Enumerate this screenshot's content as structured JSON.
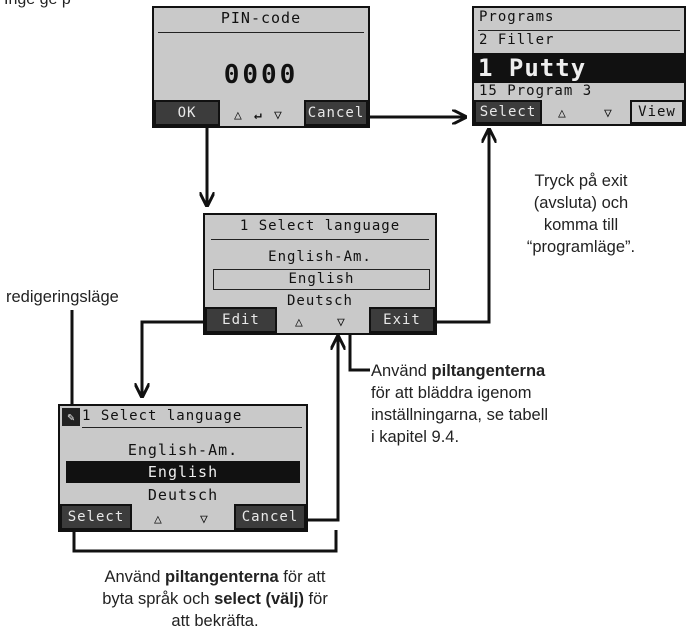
{
  "top_caption_partial": "Inge       ge   p  ",
  "pin_screen": {
    "title": "PIN-code",
    "value": "0000",
    "keys": {
      "left": "OK",
      "right": "Cancel"
    }
  },
  "programs_screen": {
    "title": "Programs",
    "items": [
      "2 Filler",
      "1 Putty",
      "15 Program 3"
    ],
    "selected_index": 1,
    "keys": {
      "left": "Select",
      "right": "View"
    }
  },
  "language_screen": {
    "title": "1 Select language",
    "items": [
      "English-Am.",
      "English",
      "Deutsch"
    ],
    "selected_index": 1,
    "keys": {
      "left": "Edit",
      "right": "Exit"
    }
  },
  "edit_screen": {
    "title": "1 Select language",
    "items": [
      "English-Am.",
      "English",
      "Deutsch"
    ],
    "selected_index": 1,
    "keys": {
      "left": "Select",
      "right": "Cancel"
    }
  },
  "labels": {
    "edit_mode": "redigeringsläge",
    "exit_note": [
      "Tryck på exit",
      "(avsluta) och",
      "komma till",
      "“programläge”."
    ],
    "arrows_note": {
      "prefix": "Använd ",
      "bold": "piltangenterna",
      "lines": [
        "för att bläddra igenom",
        "inställningarna, se tabell",
        "i kapitel 9.4."
      ]
    },
    "bottom_note": {
      "l1_prefix": "Använd ",
      "l1_bold": "piltangenterna",
      "l1_suffix": " för att",
      "l2_prefix": "byta språk och ",
      "l2_bold": "select (välj)",
      "l2_suffix": " för",
      "l3": "att bekräfta."
    }
  }
}
